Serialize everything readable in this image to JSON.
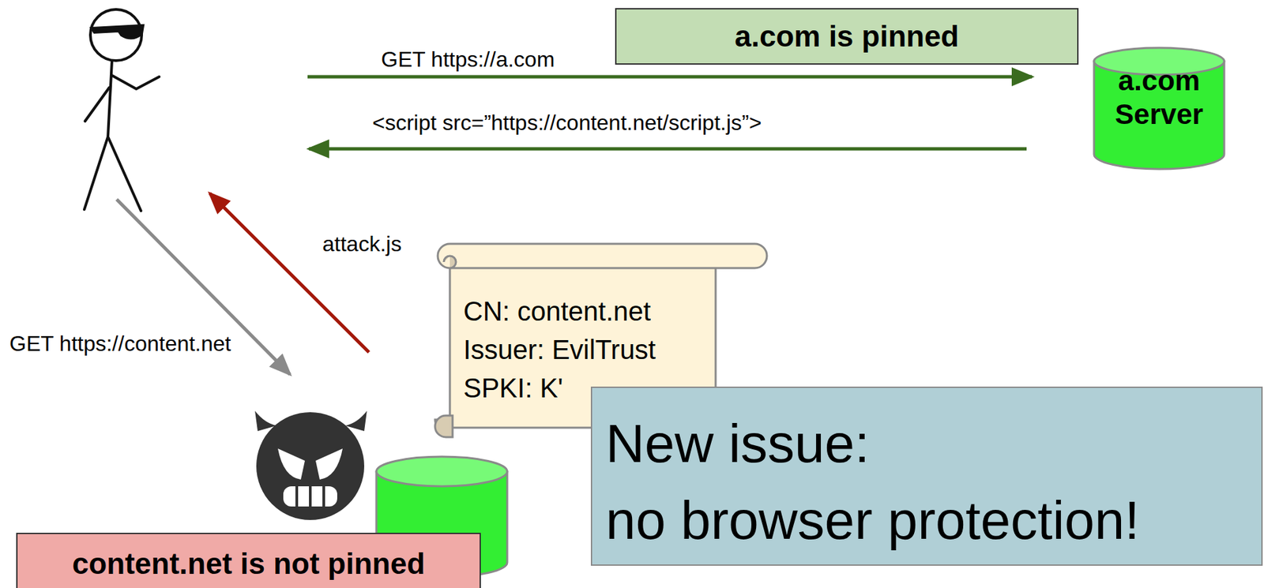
{
  "diagram": {
    "nodes": [
      {
        "text": [
          "a.com is pinned"
        ]
      },
      {
        "text": [
          "a.com Server"
        ]
      },
      {
        "text": [
          "CN: content.net",
          "Issuer: EvilTrust",
          "SPKI: K'"
        ]
      },
      {
        "text": [
          "New issue:",
          "no browser protection!"
        ]
      },
      {
        "text": [
          "content.net is not pinned"
        ]
      }
    ],
    "labels": [
      "GET https://a.com",
      "<script src=”https://content.net/script.js”>",
      "attack.js",
      "GET https://content.net"
    ]
  }
}
